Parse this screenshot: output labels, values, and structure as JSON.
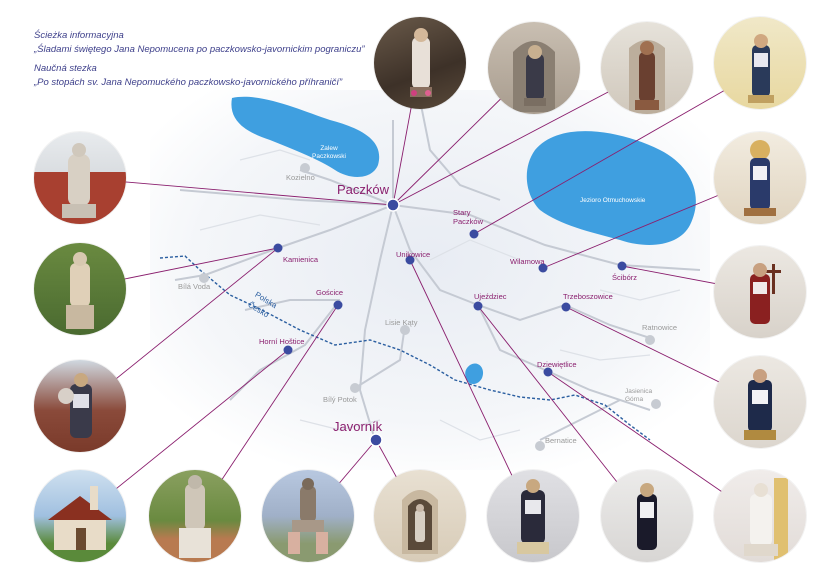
{
  "heading": {
    "line1": "Ścieżka informacyjna",
    "line2": "„Śladami świętego Jana Nepomucena po paczkowsko-javornickim pograniczu”",
    "line3": "Naučná stezka",
    "line4": "„Po stopách sv. Jana Nepomuckého paczkowsko-javornického příhraničí”"
  },
  "places": {
    "paczkow": "Paczków",
    "javornik": "Javorník",
    "stary_paczkow": "Stary\nPaczków",
    "kamienica": "Kamienica",
    "unikowice": "Unikowice",
    "wilamowa": "Wilamowa",
    "scibórz": "Ścibórz",
    "goscice": "Gościce",
    "ujezdziec": "Ujeździec",
    "trzeboszowice": "Trzeboszowice",
    "horni_hosztice": "Horní Hoštice",
    "dziewietlice": "Dziewiętlice",
    "kozielno": "Kozielno",
    "bila_voda": "Bílá Voda",
    "lise_katy": "Lisie Kąty",
    "ratnowice": "Ratnowice",
    "bily_potok": "Bílý Potok",
    "jasenica_gorna": "Jasienica\nGórna",
    "bernatice": "Bernatice",
    "zalew_paczkowski": "Zalew\nPaczkowski",
    "jezioro_otmuchowskie": "Jezioro Otmuchowskie",
    "border_pl": "Polska",
    "border_cz": "Česko"
  },
  "colors": {
    "accent": "#8a1f6e",
    "marker": "#3b4ba0",
    "lake": "#3f9fe0",
    "border": "#2a5ea0",
    "heading": "#3d3f8a"
  },
  "photos": [
    {
      "id": "top-1",
      "subject": "statue"
    },
    {
      "id": "top-2",
      "subject": "statue"
    },
    {
      "id": "top-3",
      "subject": "statue"
    },
    {
      "id": "top-4",
      "subject": "statue"
    },
    {
      "id": "left-1",
      "subject": "statue"
    },
    {
      "id": "left-2",
      "subject": "statue"
    },
    {
      "id": "left-3",
      "subject": "statue"
    },
    {
      "id": "right-1",
      "subject": "statue"
    },
    {
      "id": "right-2",
      "subject": "statue"
    },
    {
      "id": "right-3",
      "subject": "statue"
    },
    {
      "id": "bottom-1",
      "subject": "chapel"
    },
    {
      "id": "bottom-2",
      "subject": "statue"
    },
    {
      "id": "bottom-3",
      "subject": "statue"
    },
    {
      "id": "bottom-4",
      "subject": "niche"
    },
    {
      "id": "bottom-5",
      "subject": "statue"
    },
    {
      "id": "bottom-6",
      "subject": "statue"
    },
    {
      "id": "bottom-7",
      "subject": "statue"
    }
  ]
}
